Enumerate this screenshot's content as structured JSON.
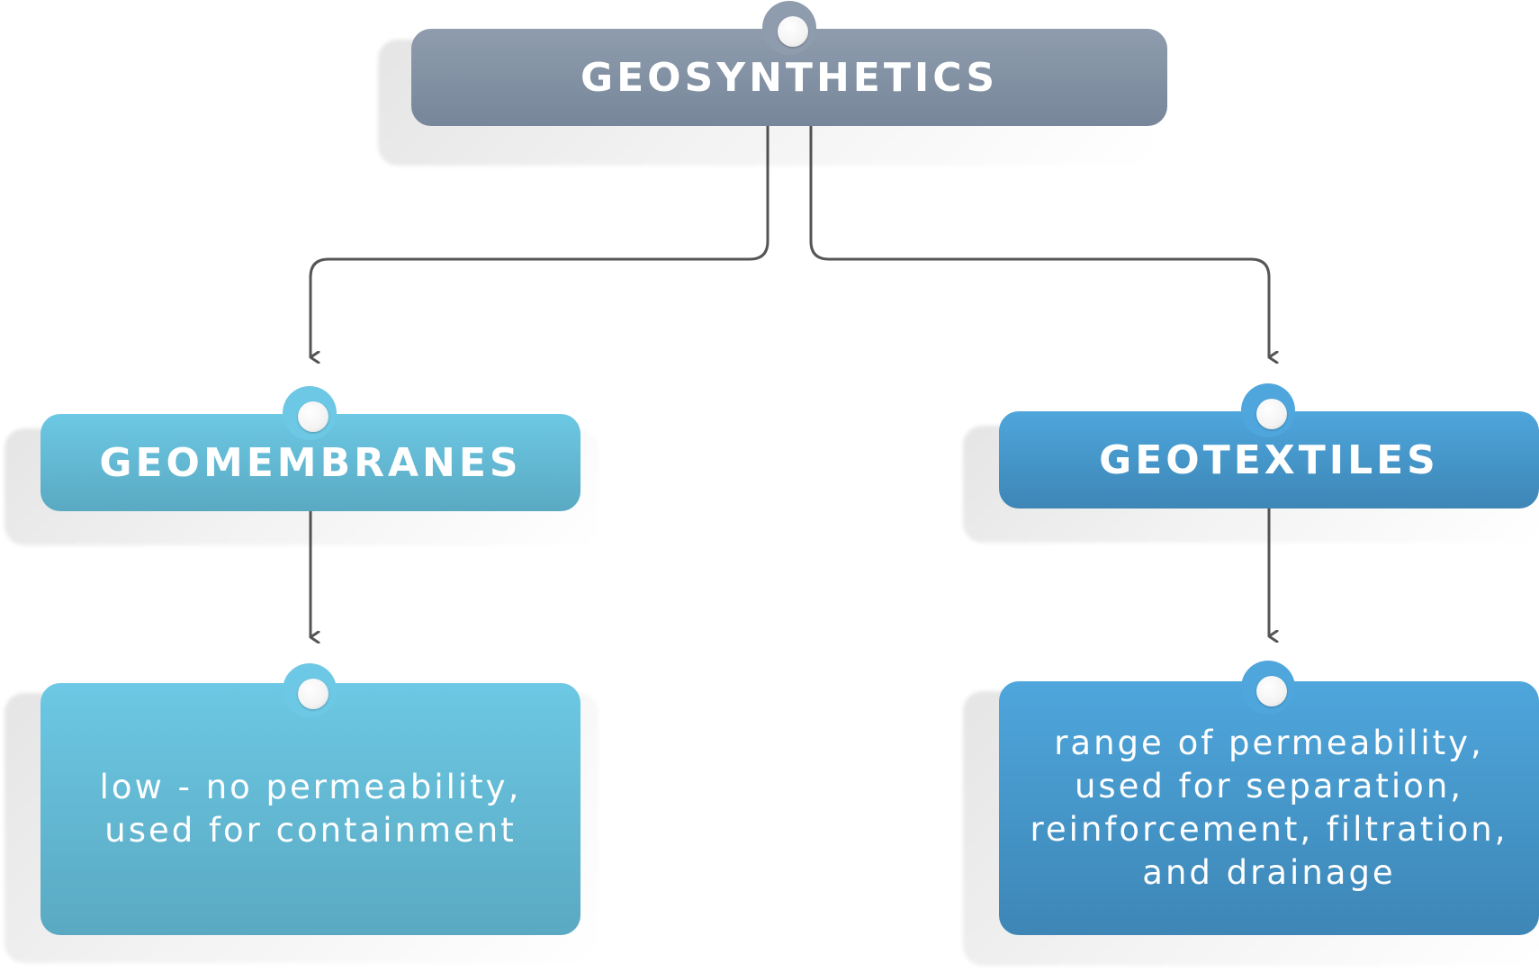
{
  "diagram": {
    "root": {
      "label": "GEOSYNTHETICS",
      "color": "#8e9cad"
    },
    "branches": [
      {
        "label": "GEOMEMBRANES",
        "color": "#6cc8e4",
        "description_lines": [
          "low - no permeability,",
          "used for containment"
        ]
      },
      {
        "label": "GEOTEXTILES",
        "color": "#4ea6dc",
        "description_lines": [
          "range of permeability,",
          "used for separation,",
          "reinforcement, filtration,",
          "and drainage"
        ]
      }
    ],
    "connector_color": "#555555"
  }
}
